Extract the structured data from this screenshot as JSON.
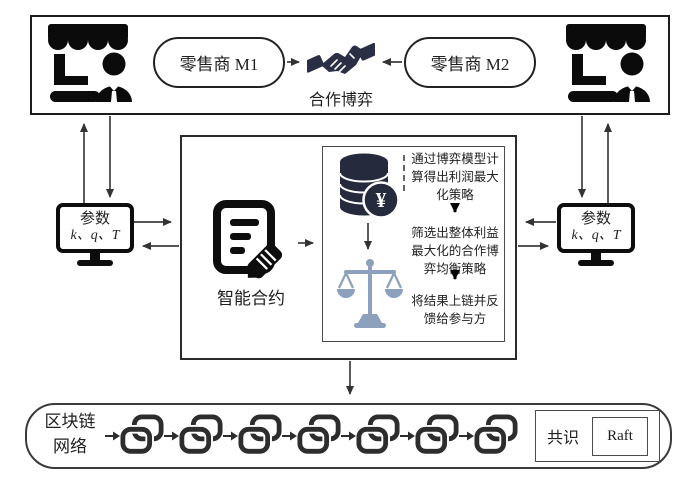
{
  "top": {
    "retailer_m1": "零售商 M1",
    "retailer_m2": "零售商 M2",
    "cooperation": "合作博弈"
  },
  "monitor": {
    "title": "参数",
    "values": "k、q、T"
  },
  "middle": {
    "contract": "智能合约",
    "steps": [
      "通过博弈模型计算得出利润最大化策略",
      "筛选出整体利益最大化的合作博弈均衡策略",
      "将结果上链并反馈给参与方"
    ]
  },
  "coins": {
    "currency": "¥"
  },
  "bottom": {
    "network_line1": "区块链",
    "network_line2": "网络",
    "chain_links": 7
  },
  "consensus": {
    "label": "共识",
    "algorithm": "Raft"
  },
  "colors": {
    "handshake": "#2a2f45",
    "coins": "#252a3d",
    "scale": "#8da0bd",
    "line": "#3d3d3d"
  }
}
